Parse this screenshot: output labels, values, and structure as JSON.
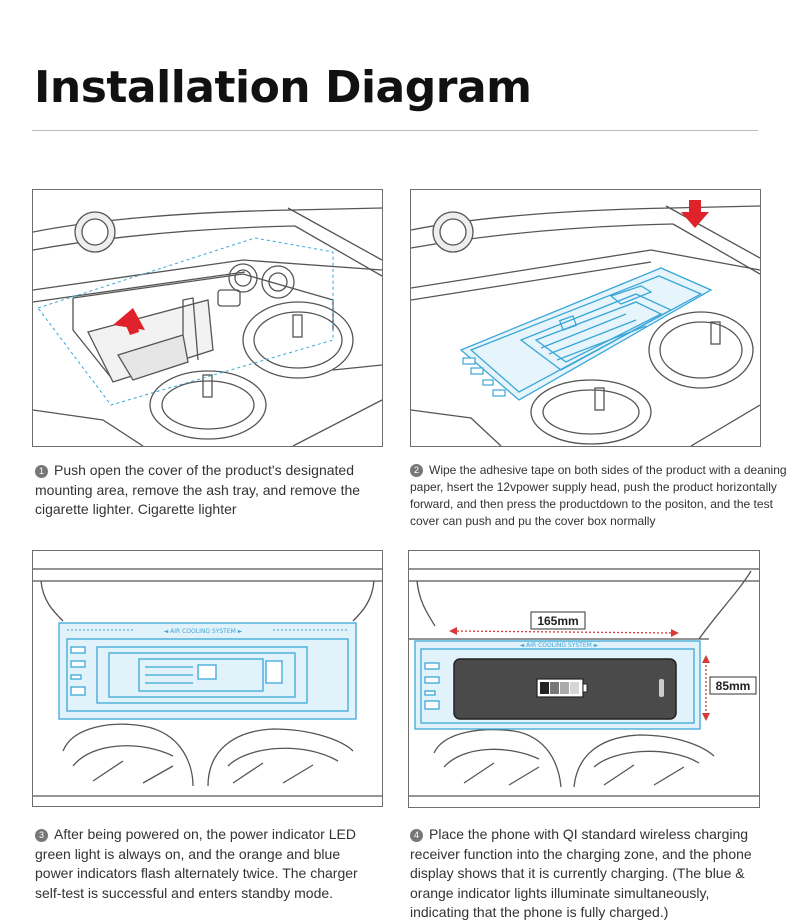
{
  "title": "Installation Diagram",
  "steps": [
    {
      "num": "1",
      "text": "Push open the cover of the product's designated mounting area, remove the ash tray, and remove the cigarette lighter. Cigarette lighter"
    },
    {
      "num": "2",
      "text": "Wipe the adhesive tape on both sides of the product with a deaning paper, hsert the 12vpower supply head, push the product horizontally forward, and then press the productdown to the positon, and the test cover can push and pu the cover box normally"
    },
    {
      "num": "3",
      "text": "After being powered on, the power indicator LED green light is always on, and the orange and blue power indicators flash alternately twice. The charger self-test is successful and enters standby mode."
    },
    {
      "num": "4",
      "text": "Place the phone with QI standard wireless charging receiver function into the charging zone, and the phone display shows that it is currently charging. (The blue & orange indicator lights illuminate simultaneously, indicating that the phone is fully charged.)"
    }
  ],
  "panel3": {
    "label": "AIR COOLING SYSTEM"
  },
  "panel4": {
    "label": "AIR COOLING SYSTEM",
    "width": "165mm",
    "height": "85mm"
  },
  "colors": {
    "accent_blue": "#3aa7d8",
    "arrow_red": "#e0232a",
    "dim_red": "#d83a3a"
  }
}
